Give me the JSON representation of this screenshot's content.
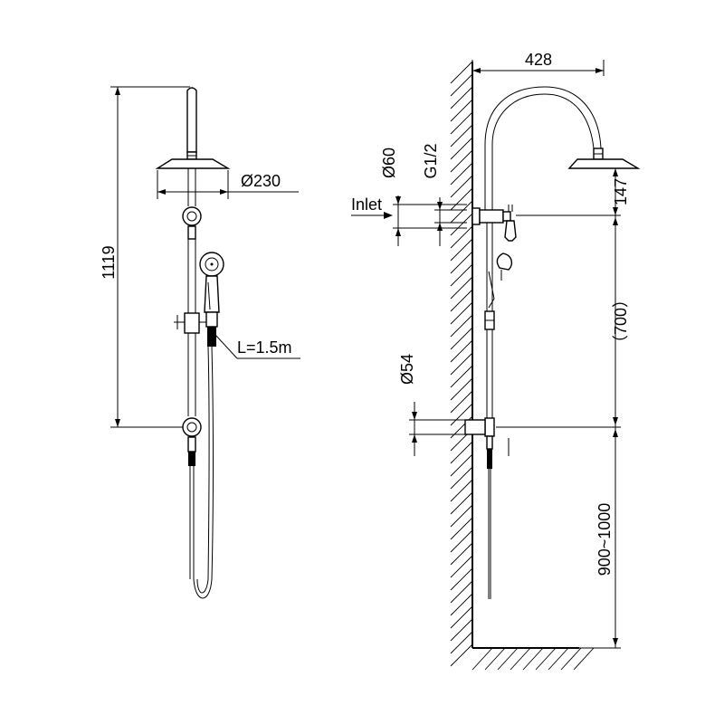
{
  "front_view": {
    "total_height": "1119",
    "head_diameter": "Ø230",
    "hose_length": "L=1.5m"
  },
  "side_view": {
    "arm_reach": "428",
    "head_drop": "147",
    "rail_spacing": "（700）",
    "floor_height": "900~1000",
    "inlet_diameter": "Ø60",
    "inlet_thread": "G1/2",
    "inlet_label": "Inlet",
    "bracket_diameter": "Ø54"
  },
  "colors": {
    "line": "#000000",
    "background": "#ffffff"
  }
}
